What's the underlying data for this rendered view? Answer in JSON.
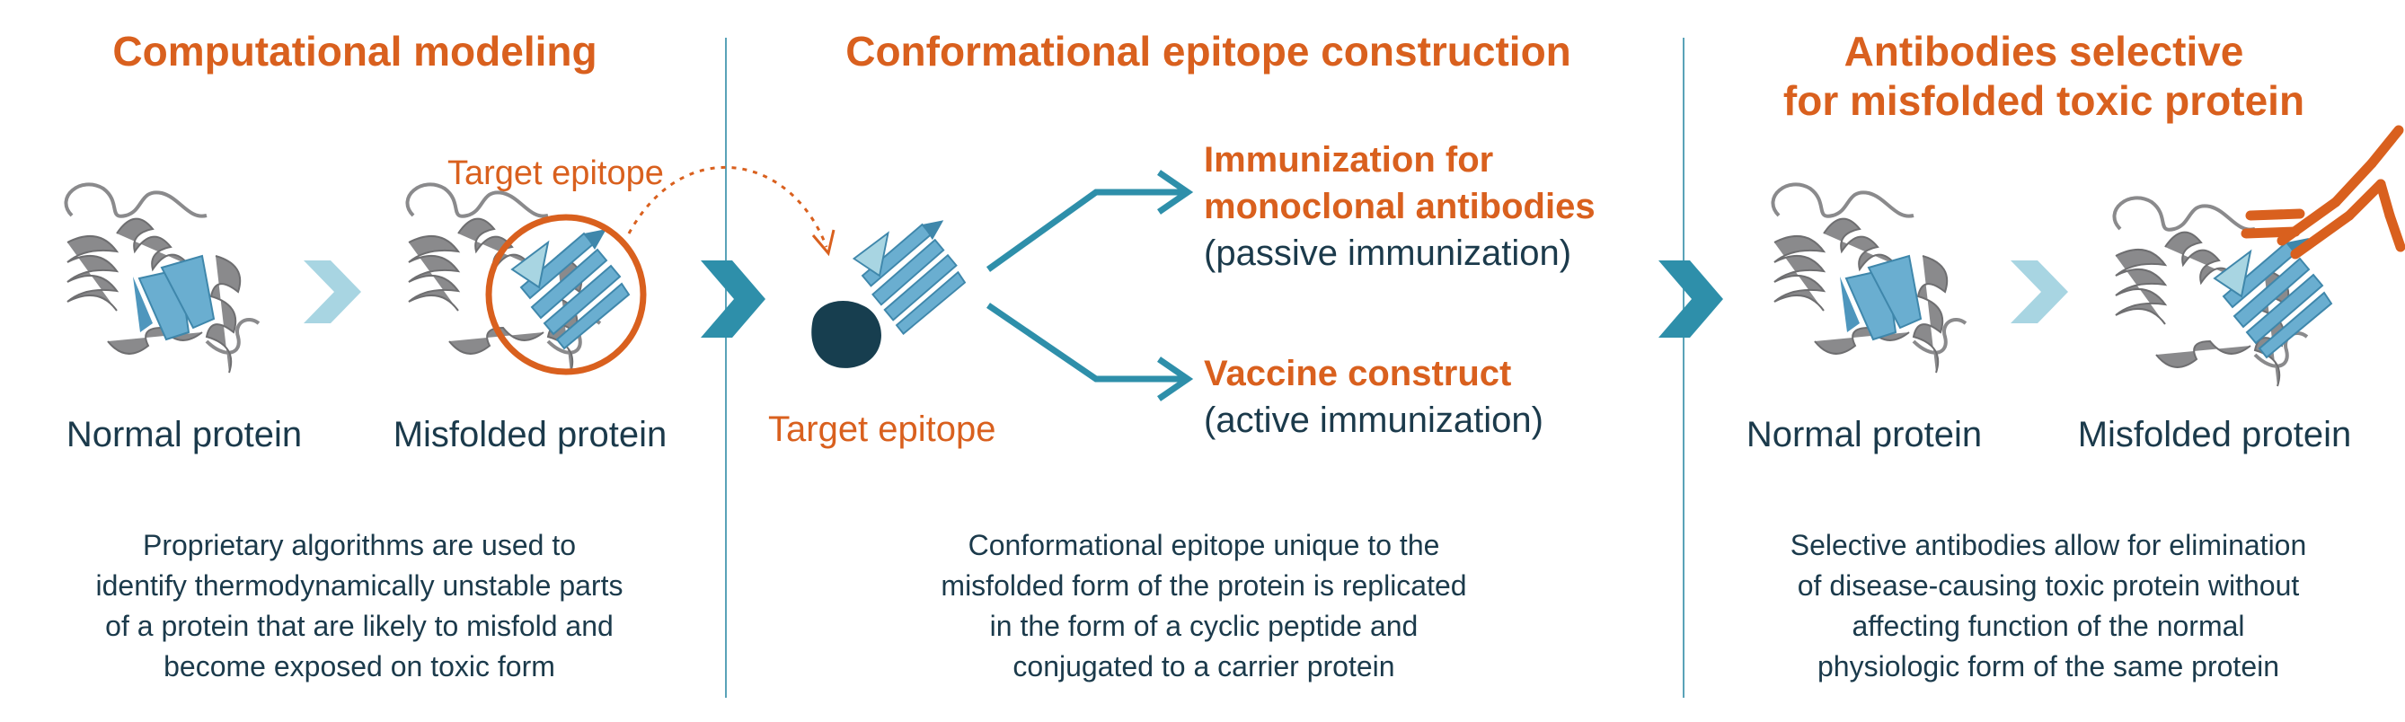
{
  "colors": {
    "orange": "#D9601E",
    "navy": "#1B3A4B",
    "teal": "#2E8FAA",
    "light_teal": "#A8D5E2",
    "helix_gray": "#8A8A8C",
    "strand_blue": "#6AAED0",
    "divider": "#5AA3B8"
  },
  "section1": {
    "title": "Computational modeling",
    "target_label": "Target epitope",
    "normal_label": "Normal protein",
    "misfolded_label": "Misfolded protein",
    "description": [
      "Proprietary algorithms are used to",
      "identify thermodynamically unstable parts",
      "of a protein that are likely to misfold and",
      "become exposed on toxic form"
    ]
  },
  "section2": {
    "title": "Conformational epitope construction",
    "target_label": "Target epitope",
    "immunization_title": [
      "Immunization for",
      "monoclonal antibodies"
    ],
    "immunization_sub": "(passive immunization)",
    "vaccine_title": "Vaccine construct",
    "vaccine_sub": "(active immunization)",
    "description": [
      "Conformational epitope unique to the",
      "misfolded form of the protein is replicated",
      "in the form of a cyclic peptide and",
      "conjugated to a carrier protein"
    ]
  },
  "section3": {
    "title": [
      "Antibodies selective",
      "for misfolded toxic protein"
    ],
    "normal_label": "Normal protein",
    "misfolded_label": "Misfolded protein",
    "description": [
      "Selective antibodies allow for elimination",
      "of disease-causing toxic protein without",
      "affecting function of the normal",
      "physiologic form of the same protein"
    ]
  },
  "icons": {
    "protein": "protein-structure-icon",
    "chevron": "chevron-right-icon",
    "antibody": "antibody-icon",
    "carrier": "carrier-protein-icon"
  }
}
